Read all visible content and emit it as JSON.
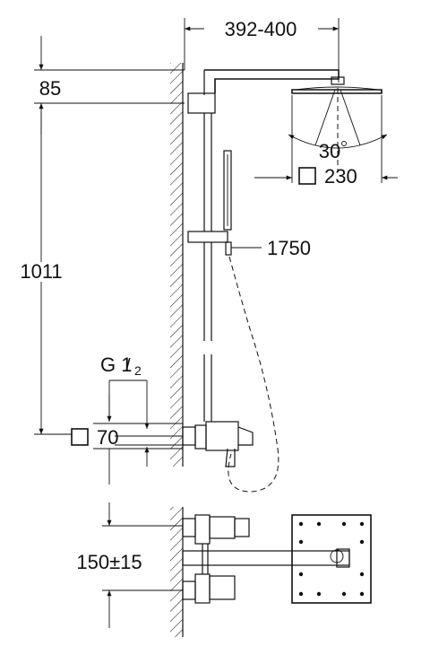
{
  "dimensions": {
    "top_width": "392-400",
    "top_offset": "85",
    "height": "1011",
    "angle": "30",
    "head_size": "230",
    "hose_length": "1750",
    "thread_main": "G 1",
    "thread_sub": "/",
    "thread_denominator": "2",
    "escutcheon": "70",
    "spacing": "150±15"
  },
  "icons": {
    "square_symbol": "square-outline-icon"
  }
}
